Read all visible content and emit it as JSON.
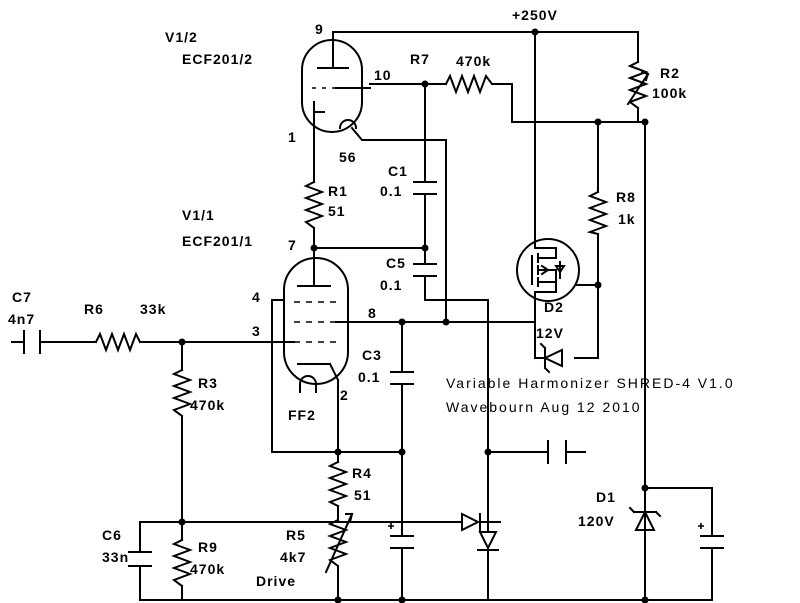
{
  "supply": {
    "label": "+250V"
  },
  "tubes": {
    "v1_2": {
      "ref": "V1/2",
      "type": "ECF201/2",
      "pin_9": "9",
      "pin_10": "10",
      "pin_1": "1",
      "pin_56": "56"
    },
    "v1_1": {
      "ref": "V1/1",
      "type": "ECF201/1",
      "pin_7": "7",
      "pin_4": "4",
      "pin_3": "3",
      "pin_8": "8",
      "pin_2": "2",
      "heater": "FF2"
    }
  },
  "components": {
    "R1": {
      "ref": "R1",
      "value": "51"
    },
    "R2": {
      "ref": "R2",
      "value": "100k"
    },
    "R3": {
      "ref": "R3",
      "value": "470k"
    },
    "R4": {
      "ref": "R4",
      "value": "51"
    },
    "R5": {
      "ref": "R5",
      "value": "4k7",
      "note": "Drive"
    },
    "R6": {
      "ref": "R6",
      "value": "33k"
    },
    "R7": {
      "ref": "R7",
      "value": "470k"
    },
    "R8": {
      "ref": "R8",
      "value": "1k"
    },
    "R9": {
      "ref": "R9",
      "value": "470k"
    },
    "C1": {
      "ref": "C1",
      "value": "0.1"
    },
    "C3": {
      "ref": "C3",
      "value": "0.1"
    },
    "C5": {
      "ref": "C5",
      "value": "0.1"
    },
    "C6": {
      "ref": "C6",
      "value": "33n"
    },
    "C7": {
      "ref": "C7",
      "value": "4n7"
    },
    "D1": {
      "ref": "D1",
      "value": "120V"
    },
    "D2": {
      "ref": "D2",
      "value": "12V"
    }
  },
  "title_block": {
    "line1": "Variable Harmonizer SHRED-4 V1.0",
    "line2": "Wavebourn Aug 12 2010"
  }
}
